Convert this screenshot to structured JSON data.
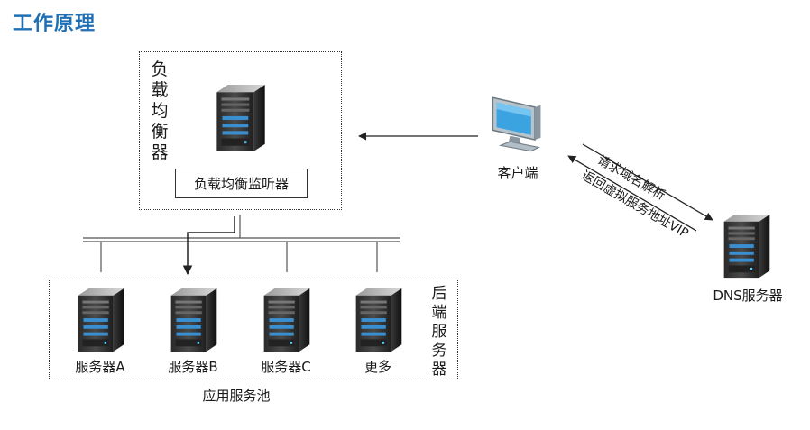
{
  "title": "工作原理",
  "load_balancer": {
    "label_chars": [
      "负",
      "载",
      "均",
      "衡",
      "器"
    ],
    "listener_label": "负载均衡监听器"
  },
  "client": {
    "label": "客户端"
  },
  "dns": {
    "label": "DNS服务器"
  },
  "arrows": {
    "request_label": "请求域名解析",
    "response_label": "返回虚拟服务地址VIP"
  },
  "backend": {
    "side_label_chars": [
      "后",
      "端",
      "服",
      "务",
      "器"
    ],
    "pool_label": "应用服务池",
    "servers": [
      {
        "label": "服务器A"
      },
      {
        "label": "服务器B"
      },
      {
        "label": "服务器C"
      },
      {
        "label": "更多"
      }
    ]
  },
  "icons": {
    "server": "server-tower-icon",
    "client": "monitor-icon"
  },
  "colors": {
    "title": "#1f6fb5",
    "line": "#555555",
    "arrow": "#222222"
  }
}
